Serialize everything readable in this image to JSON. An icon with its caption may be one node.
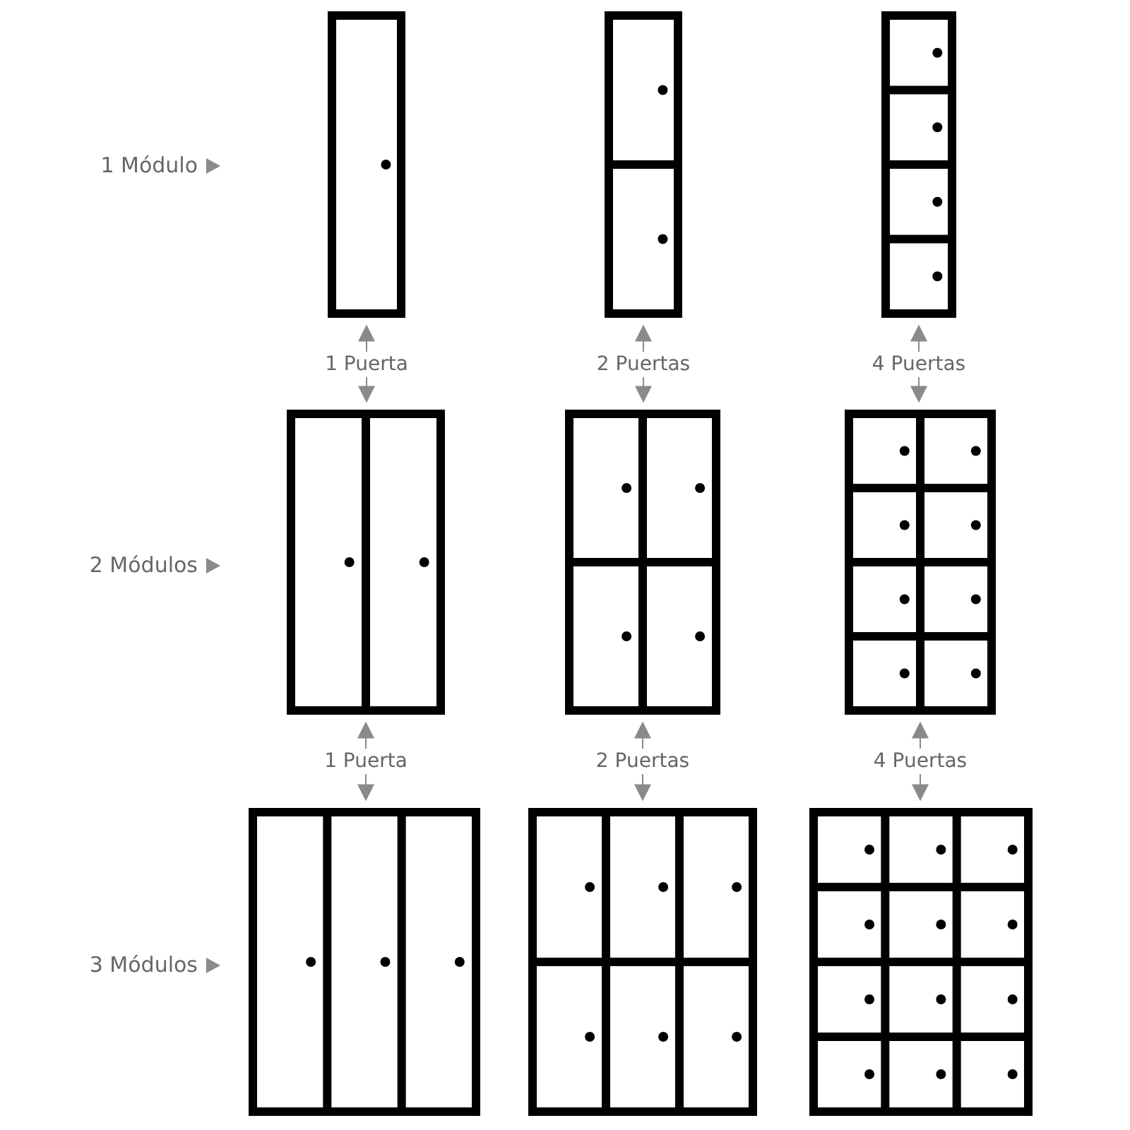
{
  "diagram": {
    "nodes": [
      {
        "text": [],
        "shape": "picture"
      },
      {
        "text": [],
        "shape": "picture"
      },
      {
        "text": [],
        "shape": "picture"
      },
      {
        "text": [],
        "shape": "picture"
      },
      {
        "text": [],
        "shape": "picture"
      },
      {
        "text": [],
        "shape": "picture"
      },
      {
        "text": [],
        "shape": "picture"
      },
      {
        "text": [],
        "shape": "picture"
      },
      {
        "text": [],
        "shape": "picture"
      }
    ],
    "edges": [
      {
        "from": 0,
        "to": 3,
        "arrow": "both",
        "label": "1 Puerta"
      },
      {
        "from": 1,
        "to": 4,
        "arrow": "both",
        "label": "2 Puertas"
      },
      {
        "from": 2,
        "to": 5,
        "arrow": "both",
        "label": "4 Puertas"
      },
      {
        "from": 3,
        "to": 6,
        "arrow": "both",
        "label": "1 Puerta"
      },
      {
        "from": 4,
        "to": 7,
        "arrow": "both",
        "label": "2 Puertas"
      },
      {
        "from": 5,
        "to": 8,
        "arrow": "both",
        "label": "4 Puertas"
      }
    ],
    "labels": [
      "1 Módulo",
      "2 Módulos",
      "3 Módulos"
    ]
  }
}
